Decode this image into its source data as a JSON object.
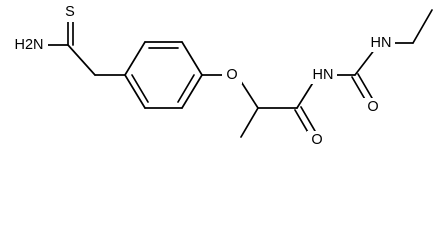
{
  "molecule": {
    "atoms": {
      "thione_S": "S",
      "amine_N": "H2N",
      "ether_O": "O",
      "imide_NH": "HN",
      "amine_NH": "HN",
      "urea_O": "O",
      "amide_O": "O"
    }
  }
}
